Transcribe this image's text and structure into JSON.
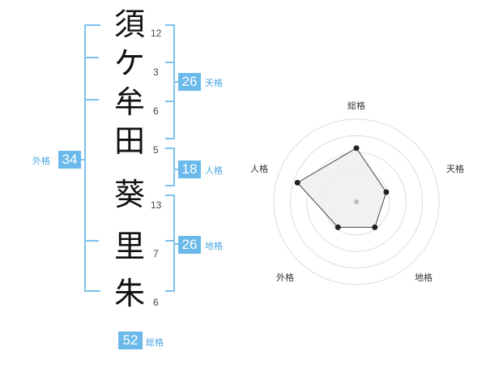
{
  "name": {
    "characters": [
      {
        "char": "須",
        "strokes": "12"
      },
      {
        "char": "ケ",
        "strokes": "3"
      },
      {
        "char": "牟",
        "strokes": "6"
      },
      {
        "char": "田",
        "strokes": "5"
      },
      {
        "char": "葵",
        "strokes": "13"
      },
      {
        "char": "里",
        "strokes": "7"
      },
      {
        "char": "朱",
        "strokes": "6"
      }
    ]
  },
  "fortune": {
    "tenkaku": {
      "value": "26",
      "label": "天格"
    },
    "jinkaku": {
      "value": "18",
      "label": "人格"
    },
    "chikaku": {
      "value": "26",
      "label": "地格"
    },
    "gaikaku": {
      "value": "34",
      "label": "外格"
    },
    "soukaku": {
      "value": "52",
      "label": "総格"
    }
  },
  "radar": {
    "axes": [
      "総格",
      "天格",
      "地格",
      "外格",
      "人格"
    ],
    "values": [
      0.65,
      0.38,
      0.38,
      0.38,
      0.75
    ],
    "colors": {
      "grid": "#dddddd",
      "fill": "#eeeeee",
      "line": "#444444",
      "point": "#222222",
      "center": "#bbbbbb"
    }
  },
  "colors": {
    "accent": "#6ab9ea",
    "bracket": "#7cc3ee"
  }
}
